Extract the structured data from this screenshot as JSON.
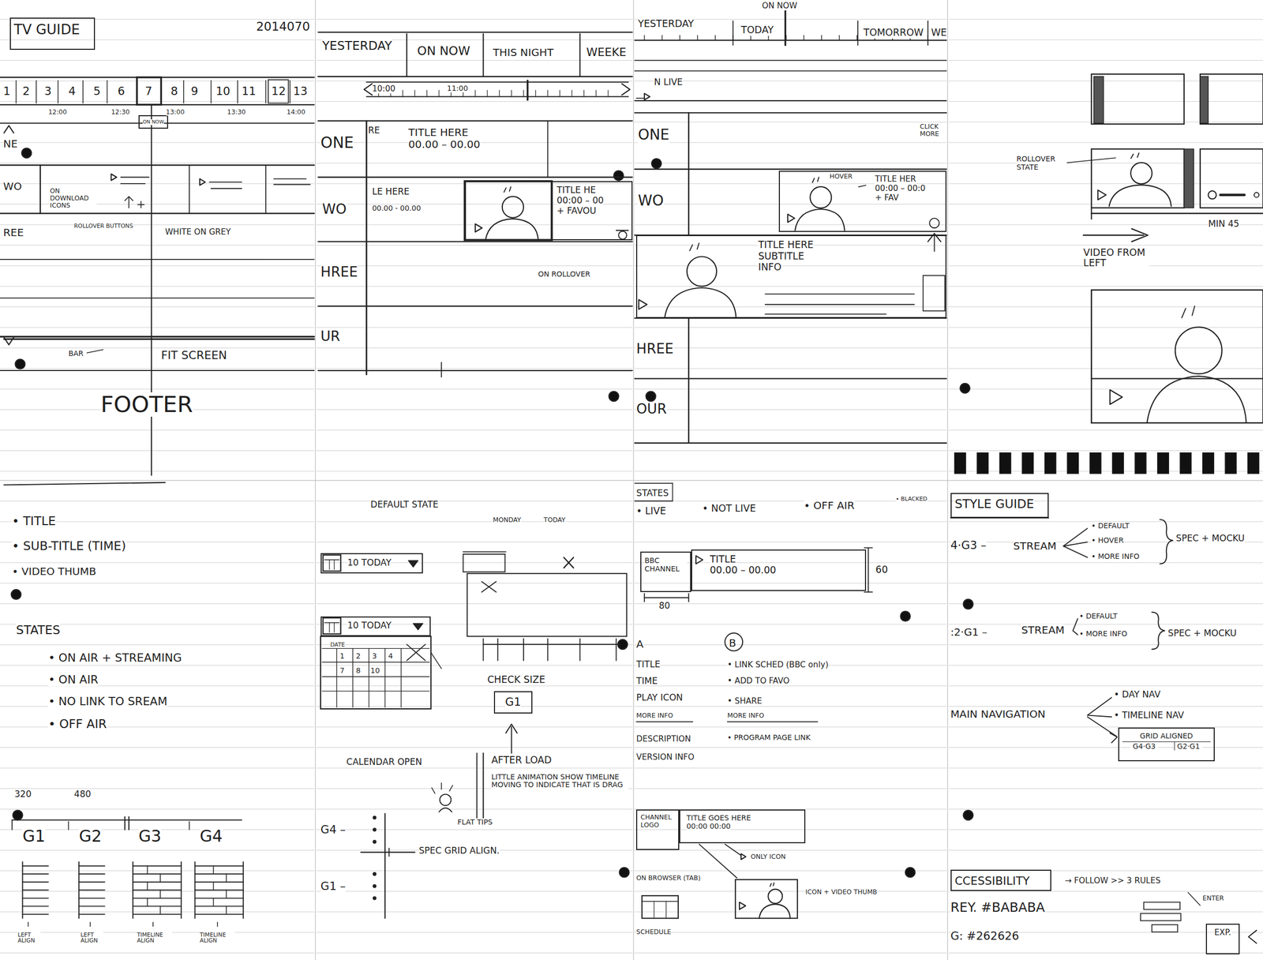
{
  "diagram": {
    "nodes": [
      {
        "text": [
          "TV GUIDE"
        ]
      },
      {
        "text": [
          "ON NOW"
        ]
      },
      {
        "text": [
          "TITLE HERE",
          "00.00 – 00.00"
        ]
      },
      {
        "text": [
          "TITLE HE",
          "00:00 – 00",
          "+ FAVOU"
        ]
      },
      {
        "text": [
          "TITLE HER",
          "00:00 – 00:0",
          "+ FAV"
        ]
      },
      {
        "text": [
          "TITLE HERE",
          "SUBTITLE",
          "INFO"
        ]
      },
      {
        "text": [
          "10 TODAY"
        ]
      },
      {
        "text": [
          "10 TODAY"
        ]
      },
      {
        "text": [
          "G1"
        ]
      },
      {
        "text": [
          "BBC CHANNEL"
        ]
      },
      {
        "text": [
          "TITLE",
          "00.00 – 00.00"
        ]
      },
      {
        "text": [
          "CHANNEL LOGO"
        ]
      },
      {
        "text": [
          "TITLE GOES HERE",
          "00:00 00:00"
        ]
      },
      {
        "text": [
          "STYLE GUIDE"
        ]
      },
      {
        "text": [
          "GRID ALIGNED",
          "G4·G3",
          "G2·G1"
        ]
      },
      {
        "text": [
          "CCESSIBILITY"
        ]
      },
      {
        "text": [
          "EXP."
        ]
      }
    ],
    "labels": [
      "2014070",
      "1",
      "2",
      "3",
      "4",
      "5",
      "6",
      "7",
      "8",
      "9",
      "10",
      "11",
      "12",
      "13",
      "12:00",
      "12:30",
      "13:00",
      "13:30",
      "14:00",
      "NE",
      "WO",
      "ON DOWNLOAD ICONS",
      "ROLLOVER BUTTONS",
      "WHITE ON GREY",
      "REE",
      "BAR",
      "FIT SCREEN",
      "FOOTER",
      "YESTERDAY",
      "ON NOW",
      "THIS NIGHT",
      "WEEKE",
      "10:00",
      "11:00",
      "ONE",
      "WO",
      "LE HERE",
      "00.00 - 00.00",
      "HREE",
      "ON ROLLOVER",
      "UR",
      "ON NOW",
      "YESTERDAY",
      "TODAY",
      "TOMORROW",
      "WE",
      "N LIVE",
      "ONE",
      "CLICK MORE",
      "WO",
      "HOVER",
      "HREE",
      "OUR",
      "ROLLOVER STATE",
      "MIN 45",
      "VIDEO FROM LEFT",
      "• TITLE",
      "• SUB-TITLE (TIME)",
      "• VIDEO THUMB",
      "STATES",
      "• ON AIR + STREAMING",
      "• ON AIR",
      "• NO LINK TO SREAM",
      "• OFF AIR",
      "320",
      "480",
      "G1",
      "G2",
      "G3",
      "G4",
      "LEFT ALIGN",
      "LEFT ALIGN",
      "TIMELINE ALIGN",
      "TIMELINE ALIGN",
      "DEFAULT STATE",
      "MONDAY",
      "TODAY",
      "DATE",
      "1",
      "2",
      "3",
      "4",
      "7",
      "8",
      "10",
      "CALENDAR OPEN",
      "CHECK SIZE",
      "AFTER LOAD",
      "LITTLE ANIMATION SHOW TIMELINE MOVING TO INDICATE THAT IS DRAG",
      "FLAT TIPS",
      "G4 –",
      "G1 –",
      "SPEC GRID ALIGN.",
      "STATES",
      "• LIVE",
      "• NOT LIVE",
      "• OFF AIR",
      "• BLACKED",
      "60",
      "80",
      "A",
      "B",
      "TITLE",
      "TIME",
      "PLAY ICON",
      "MORE INFO",
      "DESCRIPTION",
      "VERSION INFO",
      "• LINK SCHED (BBC only)",
      "• ADD TO FAVO",
      "• SHARE",
      "MORE INFO",
      "• PROGRAM PAGE LINK",
      "ONLY ICON",
      "ON BROWSER (TAB)",
      "SCHEDULE",
      "ICON + VIDEO THUMB",
      "4·G3 –",
      "STREAM",
      "• DEFAULT",
      "• HOVER",
      "• MORE INFO",
      "SPEC + MOCKU",
      ":2·G1 –",
      "STREAM",
      "• DEFAULT",
      "• MORE INFO",
      "SPEC + MOCKU",
      "MAIN NAVIGATION",
      "• DAY NAV",
      "• TIMELINE NAV",
      "→ FOLLOW >> 3 RULES",
      "REY. #BABABA",
      "G: #262626",
      "ENTER",
      "RE"
    ]
  }
}
